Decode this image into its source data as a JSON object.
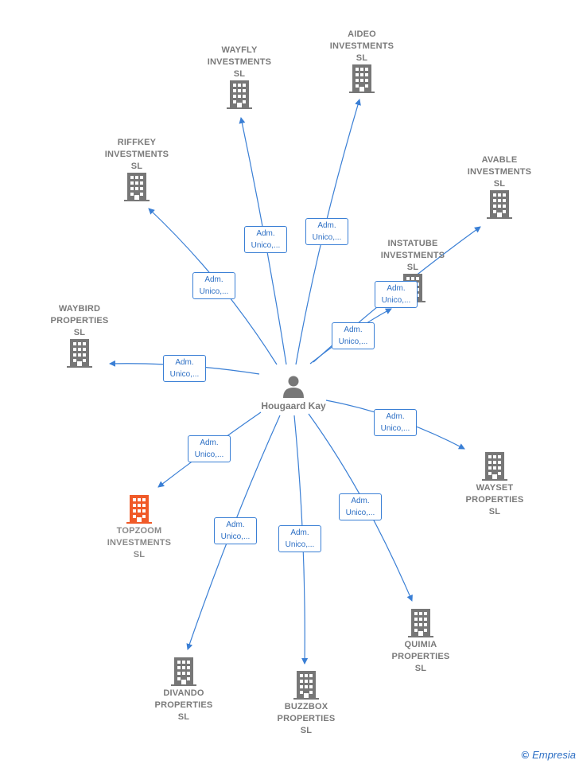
{
  "center": {
    "name": "Hougaard Kay"
  },
  "edge_label": "Adm.\nUnico,...",
  "colors": {
    "edge": "#3a7fd5",
    "node": "#777777",
    "highlight": "#f05a28"
  },
  "companies": [
    {
      "id": "wayfly",
      "name": "WAYFLY\nINVESTMENTS\nSL"
    },
    {
      "id": "aideo",
      "name": "AIDEO\nINVESTMENTS\nSL"
    },
    {
      "id": "riffkey",
      "name": "RIFFKEY\nINVESTMENTS\nSL"
    },
    {
      "id": "avable",
      "name": "AVABLE\nINVESTMENTS\nSL"
    },
    {
      "id": "instatube",
      "name": "INSTATUBE\nINVESTMENTS\nSL"
    },
    {
      "id": "waybird",
      "name": "WAYBIRD\nPROPERTIES\nSL"
    },
    {
      "id": "topzoom",
      "name": "TOPZOOM\nINVESTMENTS\nSL"
    },
    {
      "id": "wayset",
      "name": "WAYSET\nPROPERTIES\nSL"
    },
    {
      "id": "quimia",
      "name": "QUIMIA\nPROPERTIES\nSL"
    },
    {
      "id": "divando",
      "name": "DIVANDO\nPROPERTIES\nSL"
    },
    {
      "id": "buzzbox",
      "name": "BUZZBOX\nPROPERTIES\nSL"
    }
  ],
  "footer": {
    "copyright": "©",
    "brand": "Empresia"
  }
}
